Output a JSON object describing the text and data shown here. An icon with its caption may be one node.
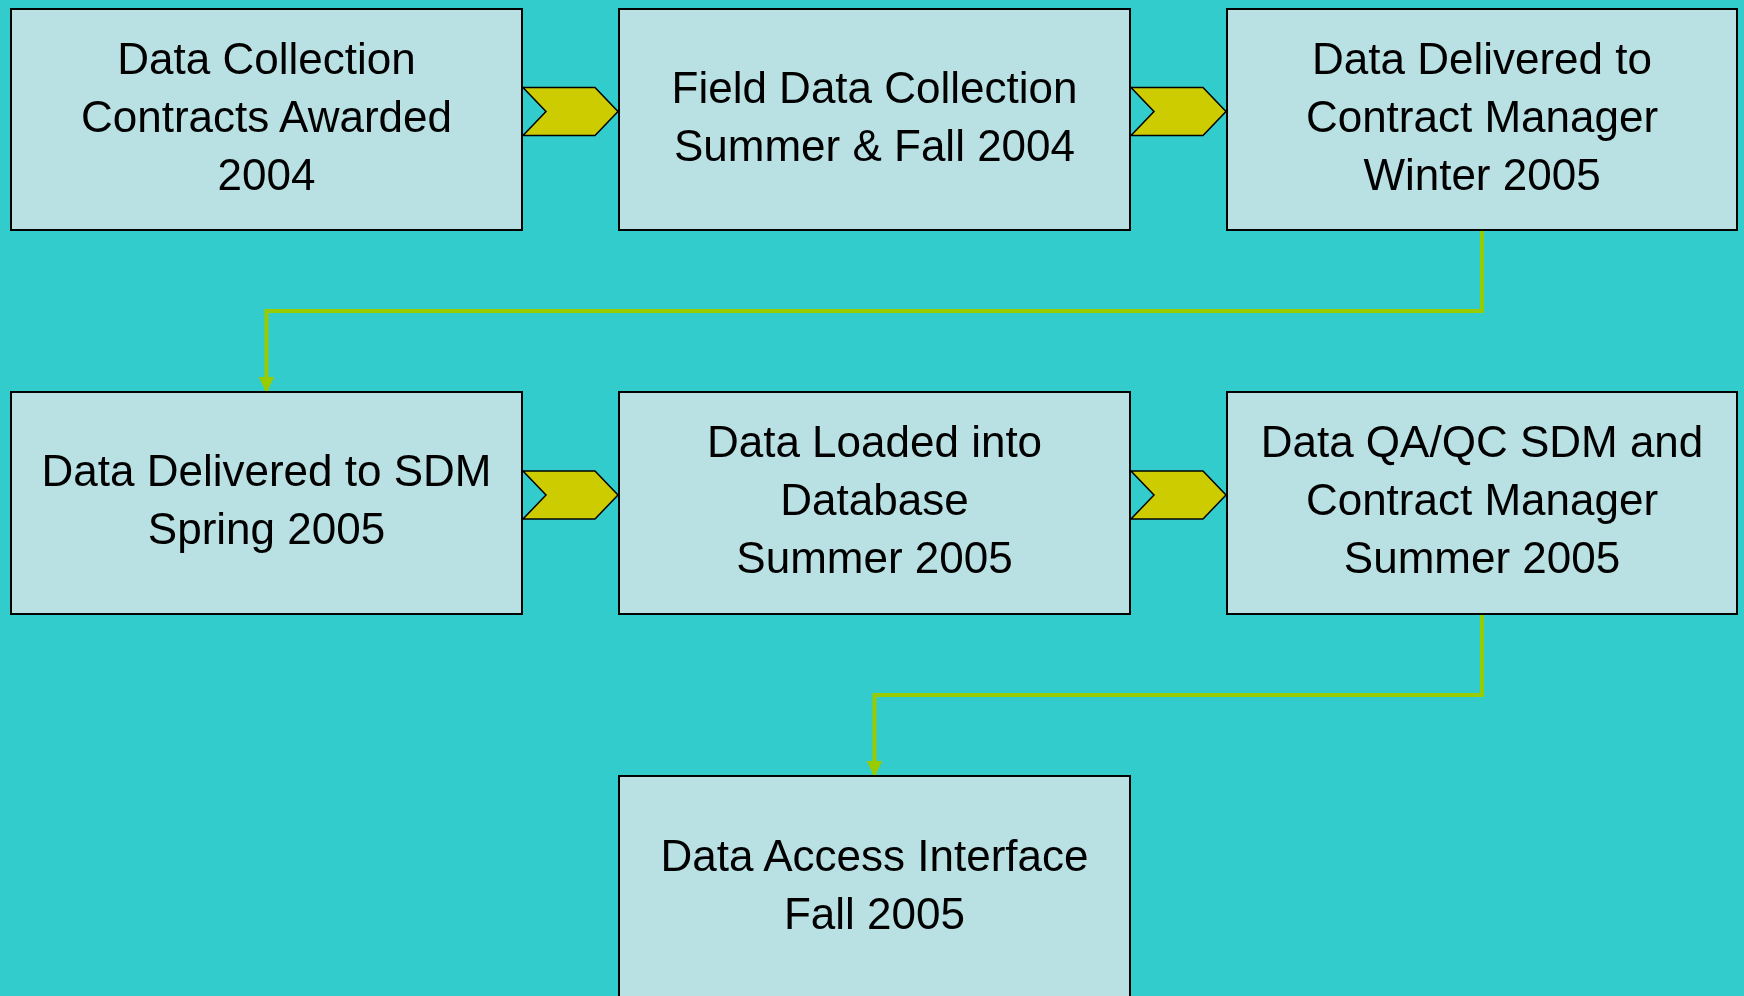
{
  "diagram": {
    "nodes": [
      {
        "text": [
          "Data Collection Contracts Awarded",
          "2004"
        ]
      },
      {
        "text": [
          "Field Data Collection",
          "Summer & Fall 2004"
        ]
      },
      {
        "text": [
          "Data Delivered to Contract Manager",
          "Winter 2005"
        ]
      },
      {
        "text": [
          "Data Delivered to SDM",
          "Spring 2005"
        ]
      },
      {
        "text": [
          "Data Loaded into Database",
          "Summer 2005"
        ]
      },
      {
        "text": [
          "Data QA/QC SDM and Contract Manager",
          "Summer 2005"
        ]
      },
      {
        "text": [
          "Data Access Interface",
          "Fall 2005"
        ]
      }
    ],
    "edges": [
      {
        "from": 0,
        "to": 1,
        "arrow": "to"
      },
      {
        "from": 1,
        "to": 2,
        "arrow": "to"
      },
      {
        "from": 2,
        "to": 3,
        "arrow": "to",
        "color": "#99cc00"
      },
      {
        "from": 3,
        "to": 4,
        "arrow": "to"
      },
      {
        "from": 4,
        "to": 5,
        "arrow": "to"
      },
      {
        "from": 5,
        "to": 6,
        "arrow": "to",
        "color": "#99cc00"
      }
    ]
  }
}
